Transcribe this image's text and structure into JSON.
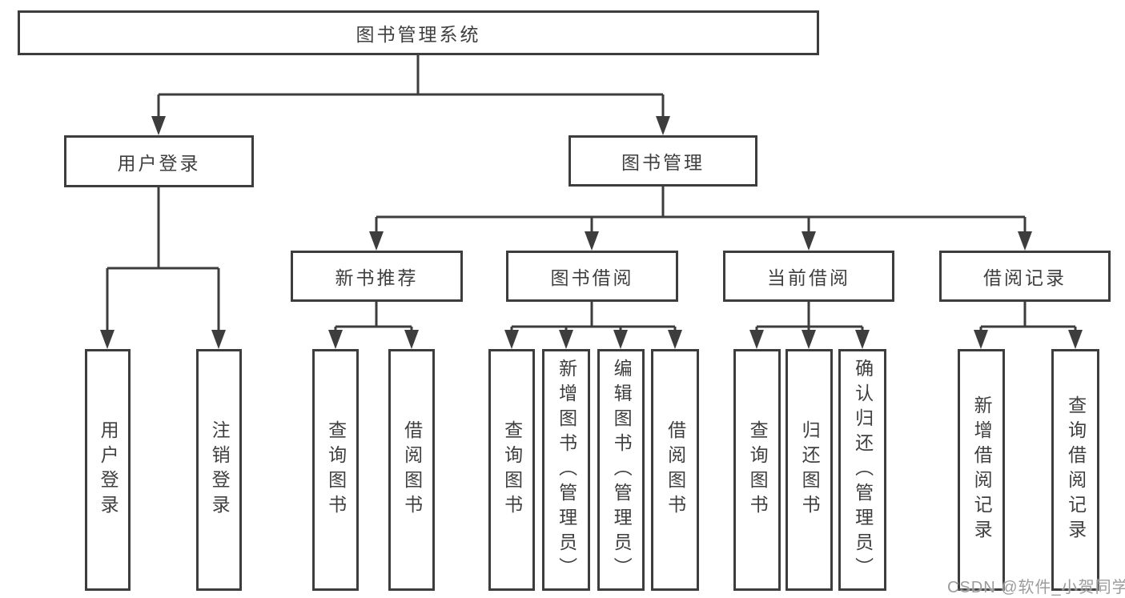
{
  "diagram": {
    "root": {
      "label": "图书管理系统",
      "children": [
        {
          "label": "用户登录",
          "children": [
            {
              "label": "用户登录"
            },
            {
              "label": "注销登录"
            }
          ]
        },
        {
          "label": "图书管理",
          "children": [
            {
              "label": "新书推荐",
              "children": [
                {
                  "label": "查询图书"
                },
                {
                  "label": "借阅图书"
                }
              ]
            },
            {
              "label": "图书借阅",
              "children": [
                {
                  "label": "查询图书"
                },
                {
                  "label": "新增图书（管理员）"
                },
                {
                  "label": "编辑图书（管理员）"
                },
                {
                  "label": "借阅图书"
                }
              ]
            },
            {
              "label": "当前借阅",
              "children": [
                {
                  "label": "查询图书"
                },
                {
                  "label": "归还图书"
                },
                {
                  "label": "确认归还（管理员）"
                }
              ]
            },
            {
              "label": "借阅记录",
              "children": [
                {
                  "label": "新增借阅记录"
                },
                {
                  "label": "查询借阅记录"
                }
              ]
            }
          ]
        }
      ]
    },
    "colors": {
      "line": "#3d3d3d",
      "text": "#3f3f3f",
      "background": "#ffffff"
    }
  },
  "watermark": {
    "text": "CSDN @软件_小贺同学",
    "color": "#949494"
  }
}
